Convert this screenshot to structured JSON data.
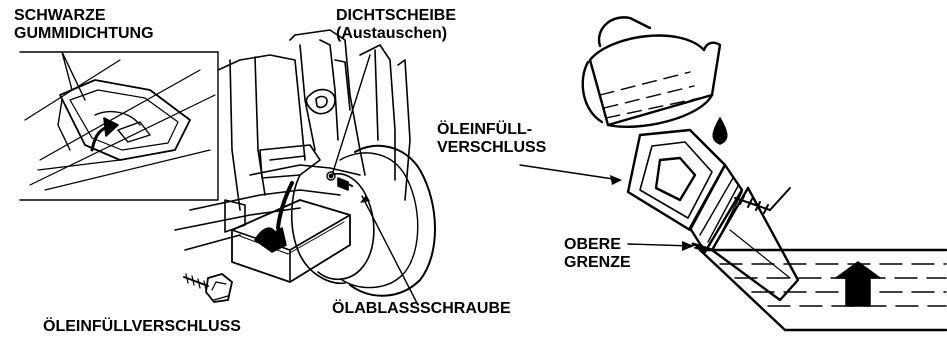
{
  "labels": {
    "black_rubber_seal_line1": "SCHWARZE",
    "black_rubber_seal_line2": "GUMMIDICHTUNG",
    "sealing_washer_line1": "DICHTSCHEIBE",
    "sealing_washer_line2": "(Austauschen)",
    "oil_filler_cap_left": "ÖLEINFÜLLVERSCHLUSS",
    "oil_drain_bolt": "ÖLABLASSSCHRAUBE",
    "oil_filler_cap_right_line1": "ÖLEINFÜLL-",
    "oil_filler_cap_right_line2": "VERSCHLUSS",
    "upper_limit_line1": "OBERE",
    "upper_limit_line2": "GRENZE"
  },
  "colors": {
    "ink": "#000000",
    "paper": "#ffffff"
  }
}
